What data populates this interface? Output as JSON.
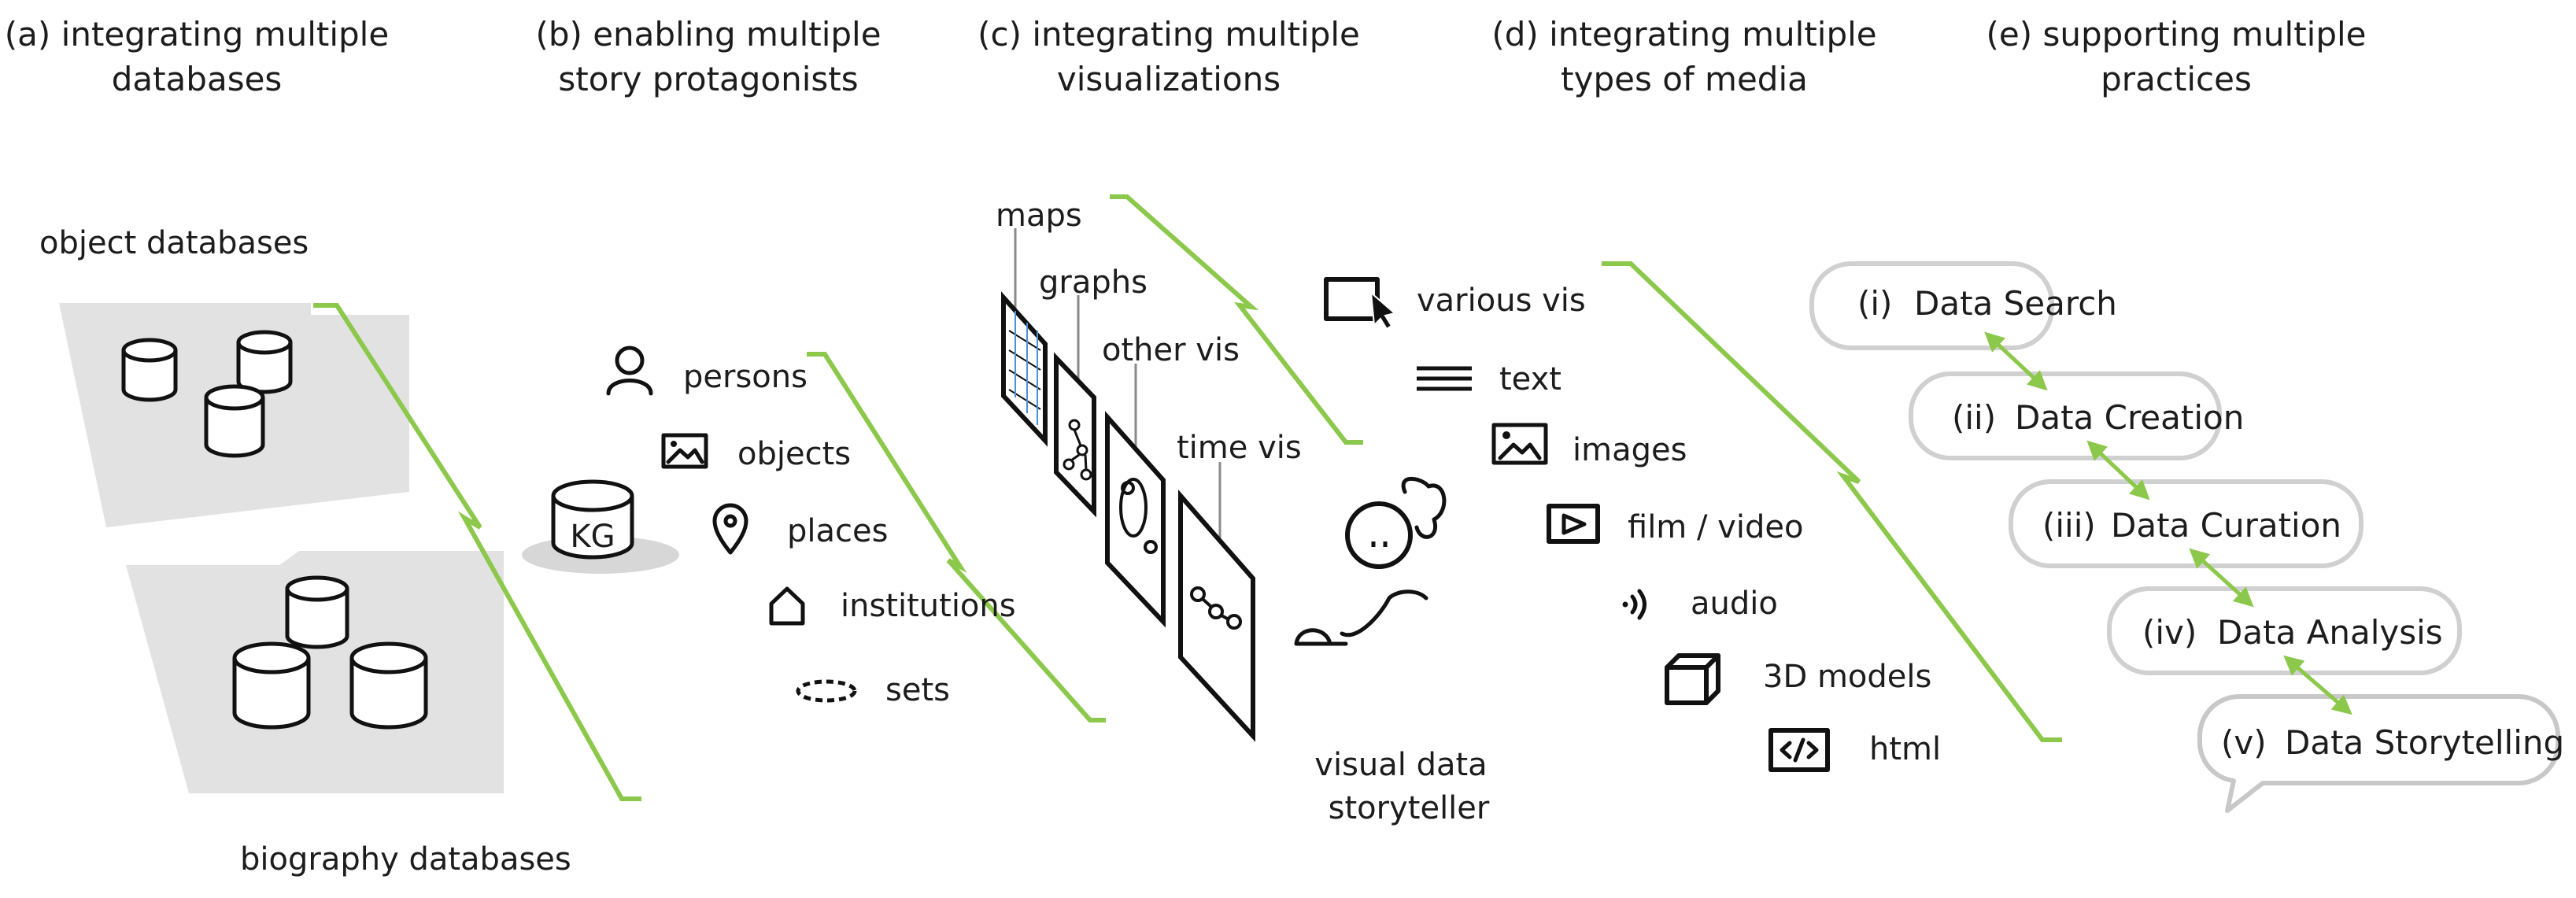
{
  "colors": {
    "accent": "#8cc84b",
    "shape_gray": "#e2e2e2",
    "ink": "#111111",
    "vis_blue": "#4a90d9"
  },
  "columns": [
    {
      "l1": "(a) integrating multiple",
      "l2": "databases"
    },
    {
      "l1": "(b) enabling multiple",
      "l2": "story protagonists"
    },
    {
      "l1": "(c) integrating multiple",
      "l2": "visualizations"
    },
    {
      "l1": "(d) integrating multiple",
      "l2": "types of media"
    },
    {
      "l1": "(e) supporting multiple",
      "l2": "practices"
    }
  ],
  "databases": {
    "object_label": "object databases",
    "biography_label": "biography databases"
  },
  "protagonists": {
    "kg_label": "KG",
    "items": [
      {
        "label": "persons",
        "icon": "person-icon"
      },
      {
        "label": "objects",
        "icon": "image-icon"
      },
      {
        "label": "places",
        "icon": "location-pin-icon"
      },
      {
        "label": "institutions",
        "icon": "house-icon"
      },
      {
        "label": "sets",
        "icon": "dashed-ellipse-icon"
      }
    ]
  },
  "visualizations": {
    "items": [
      "maps",
      "graphs",
      "other vis",
      "time vis"
    ]
  },
  "storyteller": {
    "l1": "visual data",
    "l2": "storyteller"
  },
  "media": {
    "items": [
      {
        "label": "various vis",
        "icon": "screen-cursor-icon"
      },
      {
        "label": "text",
        "icon": "lines-icon"
      },
      {
        "label": "images",
        "icon": "image-icon"
      },
      {
        "label": "film / video",
        "icon": "play-icon"
      },
      {
        "label": "audio",
        "icon": "sound-waves-icon"
      },
      {
        "label": "3D models",
        "icon": "cube-icon"
      },
      {
        "label": "html",
        "icon": "code-icon"
      }
    ]
  },
  "practices": {
    "items": [
      {
        "num": "(i)",
        "label": "Data Search"
      },
      {
        "num": "(ii)",
        "label": "Data Creation"
      },
      {
        "num": "(iii)",
        "label": "Data Curation"
      },
      {
        "num": "(iv)",
        "label": "Data Analysis"
      },
      {
        "num": "(v)",
        "label": "Data Storytelling"
      }
    ]
  }
}
